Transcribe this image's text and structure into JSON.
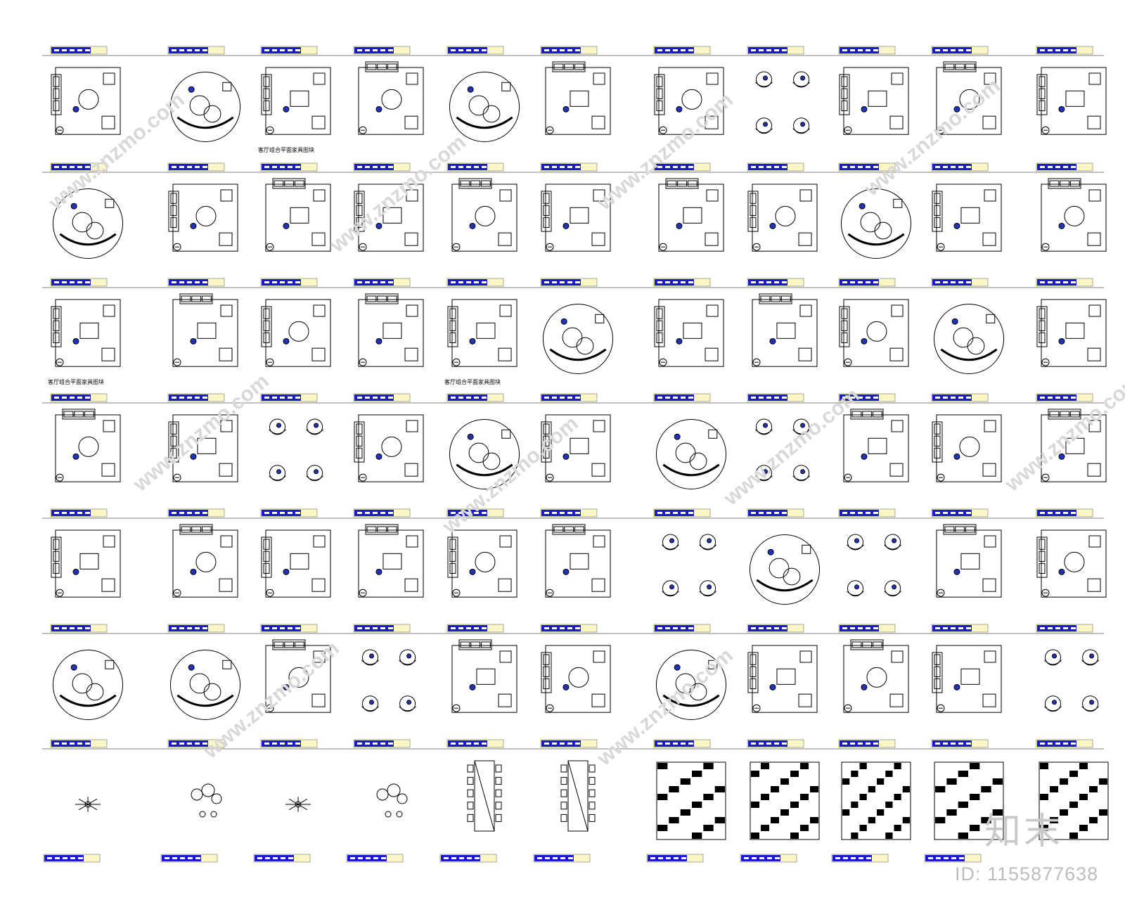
{
  "sheet": {
    "row_count": 7,
    "tag_color": "#1a1acc",
    "tag_fill": "#fbf6c8",
    "line_color": "#000000",
    "accent_color": "#2233bb"
  },
  "rows": [
    {
      "tiles": [
        {
          "kind": "sofa-set"
        },
        {
          "kind": "round-rug"
        },
        {
          "kind": "sofa-set",
          "caption": "客厅组合平面家具图块"
        },
        {
          "kind": "sofa-set"
        },
        {
          "kind": "round-rug"
        },
        {
          "kind": "sofa-set"
        },
        {
          "kind": "sofa-set"
        },
        {
          "kind": "chair-group"
        },
        {
          "kind": "sofa-set"
        },
        {
          "kind": "sofa-set"
        },
        {
          "kind": "sofa-set"
        }
      ]
    },
    {
      "tiles": [
        {
          "kind": "round-rug"
        },
        {
          "kind": "sofa-set"
        },
        {
          "kind": "sofa-set"
        },
        {
          "kind": "sofa-set"
        },
        {
          "kind": "sofa-set"
        },
        {
          "kind": "sofa-set"
        },
        {
          "kind": "sofa-set"
        },
        {
          "kind": "sofa-set"
        },
        {
          "kind": "round-rug"
        },
        {
          "kind": "sofa-set"
        },
        {
          "kind": "sofa-set"
        }
      ]
    },
    {
      "tiles": [
        {
          "kind": "sofa-set",
          "caption": "客厅组合平面家具图块"
        },
        {
          "kind": "sofa-set"
        },
        {
          "kind": "sofa-set"
        },
        {
          "kind": "sofa-set"
        },
        {
          "kind": "sofa-set",
          "caption": "客厅组合平面家具图块"
        },
        {
          "kind": "round-rug"
        },
        {
          "kind": "sofa-set"
        },
        {
          "kind": "sofa-set"
        },
        {
          "kind": "sofa-set"
        },
        {
          "kind": "round-rug"
        },
        {
          "kind": "sofa-set"
        }
      ]
    },
    {
      "tiles": [
        {
          "kind": "sofa-set"
        },
        {
          "kind": "sofa-set"
        },
        {
          "kind": "chair-group"
        },
        {
          "kind": "sofa-set"
        },
        {
          "kind": "round-rug"
        },
        {
          "kind": "sofa-set"
        },
        {
          "kind": "round-rug"
        },
        {
          "kind": "chair-group"
        },
        {
          "kind": "sofa-set"
        },
        {
          "kind": "sofa-set"
        },
        {
          "kind": "sofa-set"
        }
      ]
    },
    {
      "tiles": [
        {
          "kind": "sofa-set"
        },
        {
          "kind": "sofa-set"
        },
        {
          "kind": "sofa-set"
        },
        {
          "kind": "sofa-set"
        },
        {
          "kind": "sofa-set"
        },
        {
          "kind": "sofa-set"
        },
        {
          "kind": "chair-group"
        },
        {
          "kind": "round-rug"
        },
        {
          "kind": "chair-group"
        },
        {
          "kind": "sofa-set"
        },
        {
          "kind": "sofa-set"
        }
      ]
    },
    {
      "tiles": [
        {
          "kind": "round-rug"
        },
        {
          "kind": "round-rug"
        },
        {
          "kind": "sofa-set"
        },
        {
          "kind": "chair-group"
        },
        {
          "kind": "sofa-set"
        },
        {
          "kind": "sofa-set"
        },
        {
          "kind": "round-rug"
        },
        {
          "kind": "sofa-set"
        },
        {
          "kind": "sofa-set"
        },
        {
          "kind": "sofa-set"
        },
        {
          "kind": "chair-group"
        }
      ]
    },
    {
      "tiles": [
        {
          "kind": "plant"
        },
        {
          "kind": "circles"
        },
        {
          "kind": "plant"
        },
        {
          "kind": "circles"
        },
        {
          "kind": "dining-table"
        },
        {
          "kind": "dining-table"
        },
        {
          "kind": "pattern"
        },
        {
          "kind": "pattern"
        },
        {
          "kind": "pattern"
        },
        {
          "kind": "pattern"
        },
        {
          "kind": "pattern"
        }
      ]
    }
  ],
  "watermark": {
    "brand": "知末",
    "id_label": "ID: 1155877638",
    "repeat_text": "www.znzmo.com"
  }
}
